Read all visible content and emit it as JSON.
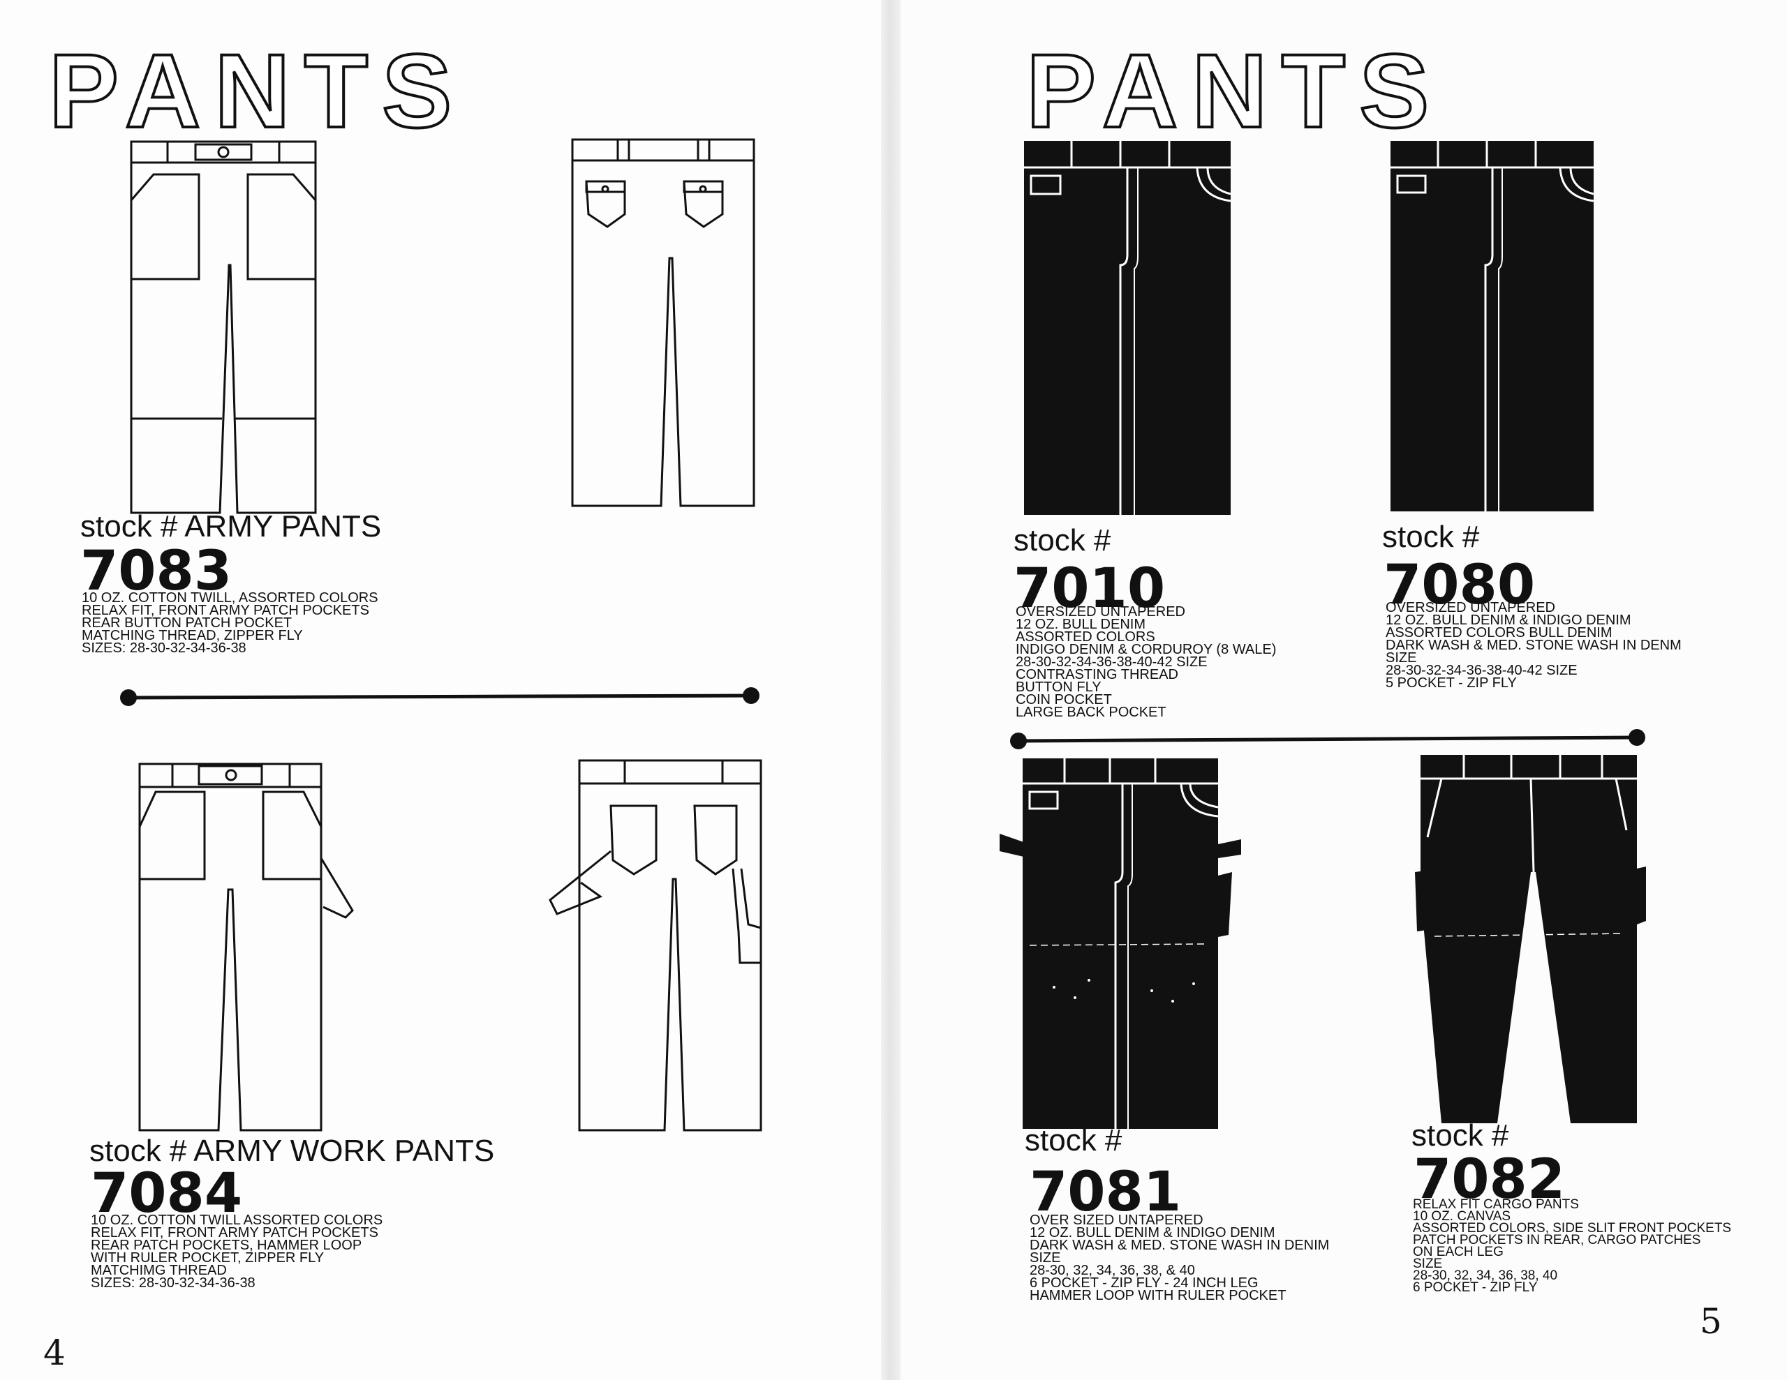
{
  "left_page": {
    "heading": "PANTS",
    "page_number": "4",
    "items": [
      {
        "stock_label": "stock # ARMY PANTS",
        "stock_number": "7083",
        "description": [
          "10 OZ. COTTON TWILL, ASSORTED COLORS",
          "RELAX FIT, FRONT ARMY PATCH POCKETS",
          "REAR BUTTON PATCH POCKET",
          "MATCHING THREAD, ZIPPER FLY",
          "SIZES: 28-30-32-34-36-38"
        ]
      },
      {
        "stock_label": "stock # ARMY WORK PANTS",
        "stock_number": "7084",
        "description": [
          "10 OZ. COTTON TWILL ASSORTED COLORS",
          "RELAX FIT, FRONT ARMY PATCH POCKETS",
          "REAR PATCH POCKETS, HAMMER LOOP",
          "WITH RULER POCKET, ZIPPER FLY",
          "MATCHIMG THREAD",
          "SIZES: 28-30-32-34-36-38"
        ]
      }
    ]
  },
  "right_page": {
    "heading": "PANTS",
    "page_number": "5",
    "items": [
      {
        "stock_label": "stock #",
        "stock_number": "7010",
        "description": [
          "OVERSIZED UNTAPERED",
          "12 OZ. BULL DENIM",
          "ASSORTED COLORS",
          "INDIGO DENIM & CORDUROY (8 WALE)",
          "28-30-32-34-36-38-40-42 SIZE",
          "CONTRASTING THREAD",
          "BUTTON FLY",
          "COIN POCKET",
          "LARGE BACK POCKET"
        ]
      },
      {
        "stock_label": "stock #",
        "stock_number": "7080",
        "description": [
          "OVERSIZED UNTAPERED",
          "12 OZ. BULL DENIM & INDIGO DENIM",
          "ASSORTED COLORS BULL DENIM",
          "DARK WASH & MED. STONE WASH IN DENM",
          "SIZE",
          "28-30-32-34-36-38-40-42 SIZE",
          "5 POCKET - ZIP FLY"
        ]
      },
      {
        "stock_label": "stock #",
        "stock_number": "7081",
        "description": [
          "OVER SIZED UNTAPERED",
          "12 OZ. BULL DENIM & INDIGO DENIM",
          "DARK WASH & MED. STONE WASH IN DENIM",
          "SIZE",
          "28-30, 32, 34, 36, 38, & 40",
          "6 POCKET - ZIP FLY - 24 INCH LEG",
          "HAMMER LOOP WITH RULER POCKET"
        ]
      },
      {
        "stock_label": "stock #",
        "stock_number": "7082",
        "description": [
          "RELAX FIT CARGO PANTS",
          "10 OZ. CANVAS",
          "ASSORTED COLORS, SIDE SLIT FRONT POCKETS",
          "PATCH POCKETS IN REAR, CARGO PATCHES",
          "ON EACH LEG",
          "SIZE",
          "28-30, 32, 34, 36, 38, 40",
          "6 POCKET - ZIP FLY"
        ]
      }
    ]
  }
}
